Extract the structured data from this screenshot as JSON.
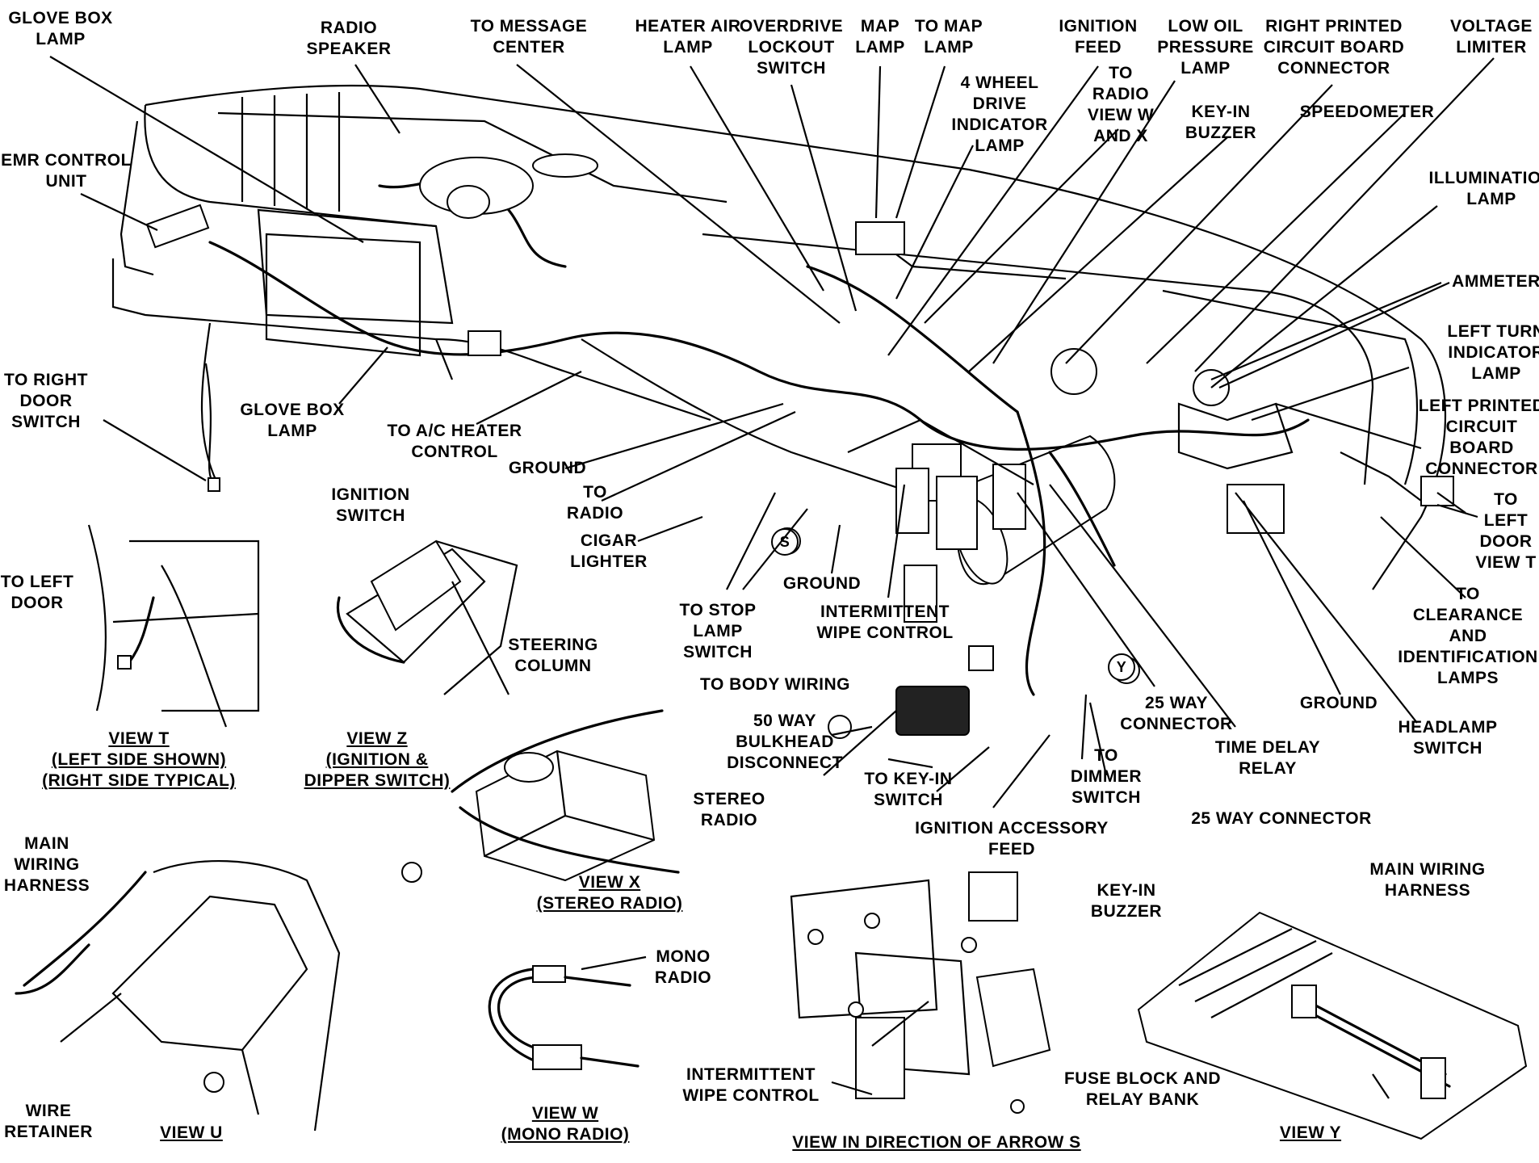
{
  "labels": {
    "glove_box_lamp_top": "GLOVE BOX\nLAMP",
    "radio_speaker": "RADIO\nSPEAKER",
    "to_message_center": "TO MESSAGE\nCENTER",
    "heater_air_lamp": "HEATER AIR\nLAMP",
    "overdrive_lockout_switch": "OVERDRIVE\nLOCKOUT\nSWITCH",
    "map_lamp": "MAP\nLAMP",
    "to_map_lamp": "TO MAP\nLAMP",
    "ignition_feed": "IGNITION\nFEED",
    "low_oil_pressure_lamp": "LOW OIL\nPRESSURE\nLAMP",
    "right_printed_circuit_board_connector": "RIGHT PRINTED\nCIRCUIT BOARD\nCONNECTOR",
    "voltage_limiter": "VOLTAGE\nLIMITER",
    "four_wheel_drive_indicator_lamp": "4 WHEEL\nDRIVE\nINDICATOR\nLAMP",
    "to_radio_view_w_and_x": "TO\nRADIO\nVIEW W\nAND X",
    "key_in_buzzer_top": "KEY-IN\nBUZZER",
    "speedometer": "SPEEDOMETER",
    "illumination_lamp": "ILLUMINATION\nLAMP",
    "emr_control_unit": "EMR CONTROL\nUNIT",
    "ammeter": "AMMETER",
    "left_turn_indicator_lamp": "LEFT TURN\nINDICATOR\nLAMP",
    "to_right_door_switch": "TO RIGHT\nDOOR\nSWITCH",
    "glove_box_lamp_mid": "GLOVE BOX\nLAMP",
    "to_ac_heater_control": "TO A/C HEATER\nCONTROL",
    "left_printed_circuit_board_connector": "LEFT PRINTED\nCIRCUIT\nBOARD\nCONNECTOR",
    "ground_1": "GROUND",
    "to_radio": "TO\nRADIO",
    "to_left_door_view_t": "TO\nLEFT\nDOOR\nVIEW T",
    "ignition_switch": "IGNITION\nSWITCH",
    "cigar_lighter": "CIGAR\nLIGHTER",
    "to_left_door": "TO LEFT\nDOOR",
    "ground_2": "GROUND",
    "to_stop_lamp_switch": "TO STOP\nLAMP\nSWITCH",
    "intermittent_wipe_control_top": "INTERMITTENT\nWIPE CONTROL",
    "to_clearance_and_identification_lamps": "TO\nCLEARANCE\nAND\nIDENTIFICATION\nLAMPS",
    "steering_column": "STEERING\nCOLUMN",
    "to_body_wiring": "TO BODY WIRING",
    "fifty_way_bulkhead_disconnect": "50 WAY\nBULKHEAD\nDISCONNECT",
    "twenty_five_way_connector_top": "25 WAY\nCONNECTOR",
    "ground_3": "GROUND",
    "headlamp_switch": "HEADLAMP\nSWITCH",
    "time_delay_relay": "TIME DELAY\nRELAY",
    "to_dimmer_switch": "TO\nDIMMER\nSWITCH",
    "to_key_in_switch": "TO KEY-IN\nSWITCH",
    "ignition_accessory_feed": "IGNITION ACCESSORY\nFEED",
    "twenty_five_way_connector_bottom": "25 WAY CONNECTOR",
    "stereo_radio": "STEREO\nRADIO",
    "main_wiring_harness_left": "MAIN\nWIRING\nHARNESS",
    "main_wiring_harness_right": "MAIN WIRING\nHARNESS",
    "key_in_buzzer_bottom": "KEY-IN\nBUZZER",
    "mono_radio": "MONO\nRADIO",
    "intermittent_wipe_control_bottom": "INTERMITTENT\nWIPE CONTROL",
    "fuse_block_and_relay_bank": "FUSE BLOCK AND\nRELAY BANK",
    "wire_retainer": "WIRE\nRETAINER",
    "arrow_s": "S",
    "arrow_y": "Y"
  },
  "view_captions": {
    "view_t": "VIEW T\n(LEFT SIDE SHOWN)\n(RIGHT SIDE TYPICAL)",
    "view_z": "VIEW Z\n(IGNITION &\nDIPPER SWITCH)",
    "view_x": "VIEW X\n(STEREO RADIO)",
    "view_u": "VIEW U",
    "view_w": "VIEW W\n(MONO RADIO)",
    "view_arrow_s": "VIEW IN DIRECTION OF ARROW S",
    "view_y": "VIEW Y"
  }
}
